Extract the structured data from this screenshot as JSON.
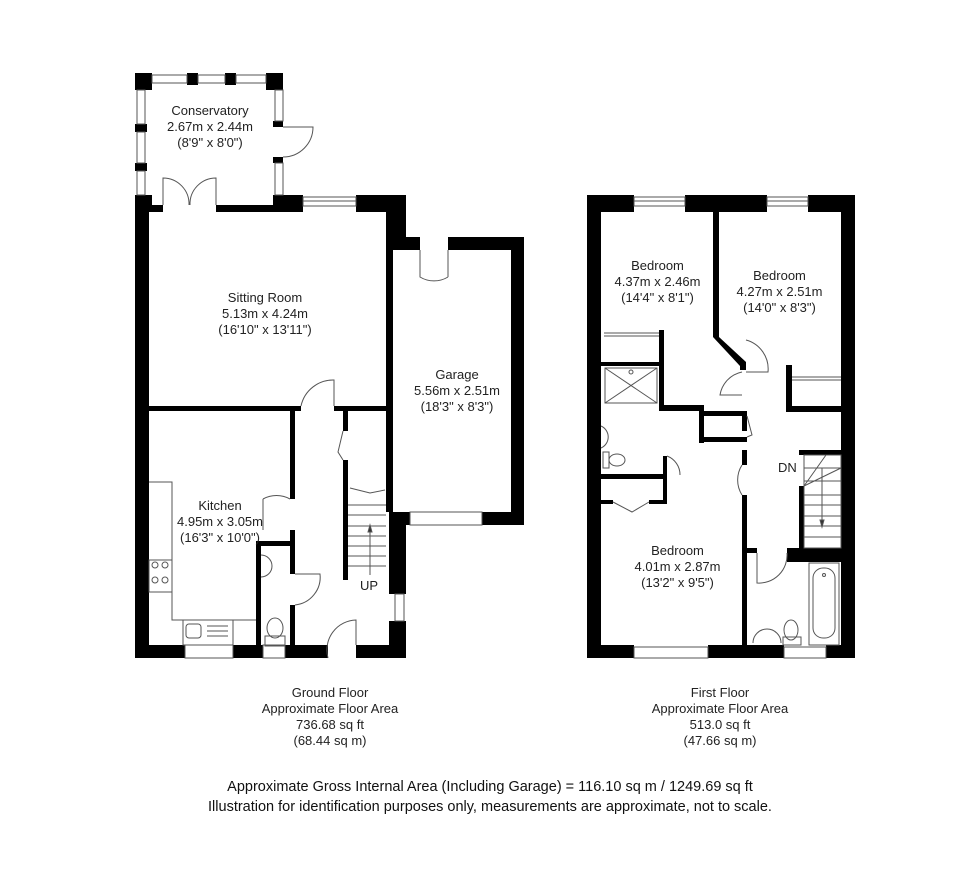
{
  "colors": {
    "wall": "#000000",
    "background": "#ffffff",
    "line": "#555555",
    "text": "#222222"
  },
  "ground_floor": {
    "rooms": [
      {
        "name": "Conservatory",
        "metric": "2.67m x 2.44m",
        "imperial": "(8'9\" x 8'0\")"
      },
      {
        "name": "Sitting Room",
        "metric": "5.13m x 4.24m",
        "imperial": "(16'10\" x 13'11\")"
      },
      {
        "name": "Garage",
        "metric": "5.56m x 2.51m",
        "imperial": "(18'3\" x 8'3\")"
      },
      {
        "name": "Kitchen",
        "metric": "4.95m x 3.05m",
        "imperial": "(16'3\" x 10'0\")"
      }
    ],
    "stair_label": "UP",
    "caption": {
      "title": "Ground Floor",
      "subtitle": "Approximate Floor Area",
      "sqft": "736.68 sq ft",
      "sqm": "(68.44 sq m)"
    }
  },
  "first_floor": {
    "rooms": [
      {
        "name": "Bedroom",
        "metric": "4.37m x 2.46m",
        "imperial": "(14'4\" x 8'1\")"
      },
      {
        "name": "Bedroom",
        "metric": "4.27m x 2.51m",
        "imperial": "(14'0\" x 8'3\")"
      },
      {
        "name": "Bedroom",
        "metric": "4.01m x 2.87m",
        "imperial": "(13'2\" x 9'5\")"
      }
    ],
    "stair_label": "DN",
    "caption": {
      "title": "First Floor",
      "subtitle": "Approximate Floor Area",
      "sqft": "513.0 sq ft",
      "sqm": "(47.66 sq m)"
    }
  },
  "footer": {
    "gross_area": "Approximate Gross Internal Area (Including Garage) = 116.10 sq m / 1249.69 sq ft",
    "disclaimer": "Illustration for identification purposes only, measurements are approximate, not to scale."
  }
}
